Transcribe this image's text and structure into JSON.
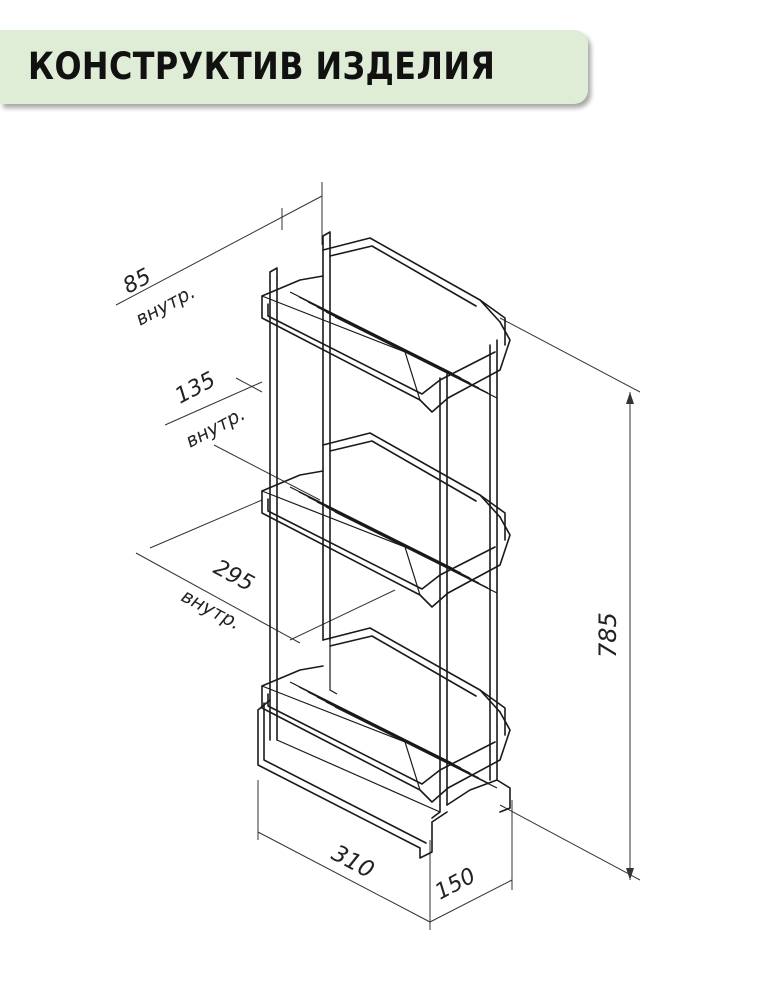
{
  "header": {
    "title": "КОНСТРУКТИВ ИЗДЕЛИЯ",
    "banner_color": "#dfecd6"
  },
  "dimensions": {
    "top_depth": "85",
    "top_depth_note": "внутр.",
    "mid_depth": "135",
    "mid_depth_note": "внутр.",
    "inner_width": "295",
    "inner_width_note": "внутр.",
    "overall_width": "310",
    "overall_depth": "150",
    "overall_height": "785"
  }
}
